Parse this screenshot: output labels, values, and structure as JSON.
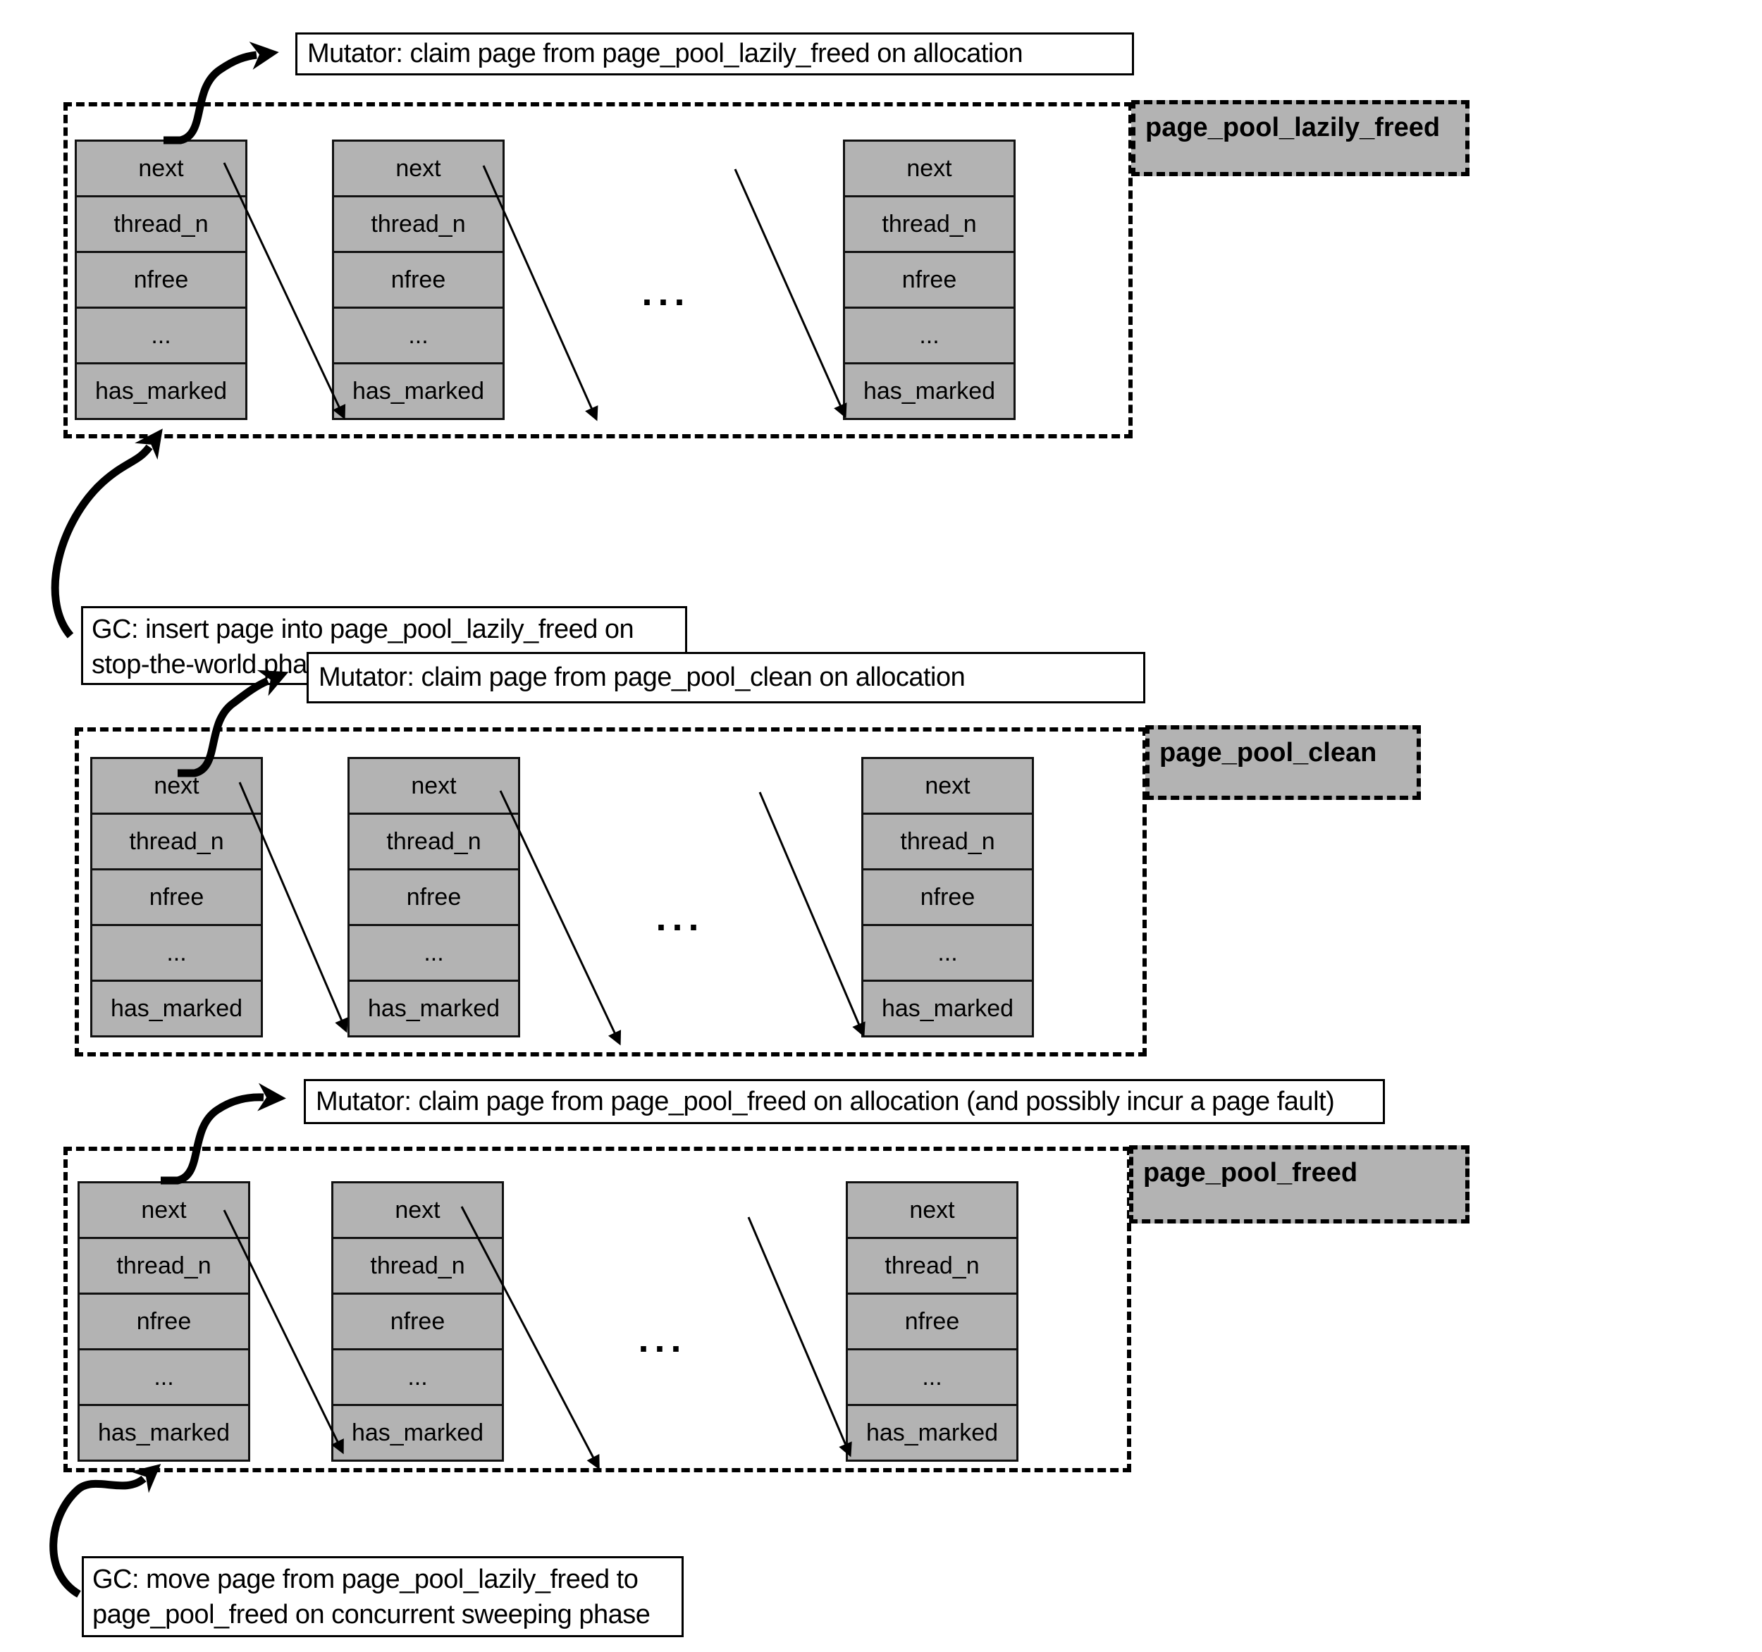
{
  "colors": {
    "node_fill": "#b3b3b3",
    "label_fill": "#b3b3b3",
    "line": "#000000",
    "background": "#ffffff"
  },
  "node_fields": [
    "next",
    "thread_n",
    "nfree",
    "...",
    "has_marked"
  ],
  "ellipsis": "...",
  "sections": [
    {
      "pool_label": "page_pool_lazily_freed",
      "mutator_note": "Mutator: claim page from page_pool_lazily_freed on allocation",
      "gc_note_lines": [
        "GC: insert page into page_pool_lazily_freed on",
        "stop-the-world phase"
      ]
    },
    {
      "pool_label": "page_pool_clean",
      "mutator_note": "Mutator: claim page from page_pool_clean on allocation"
    },
    {
      "pool_label": "page_pool_freed",
      "mutator_note": "Mutator: claim page from page_pool_freed on allocation (and possibly incur a page fault)",
      "gc_note_lines": [
        "GC: move page from page_pool_lazily_freed to",
        "page_pool_freed on concurrent sweeping phase"
      ]
    }
  ]
}
